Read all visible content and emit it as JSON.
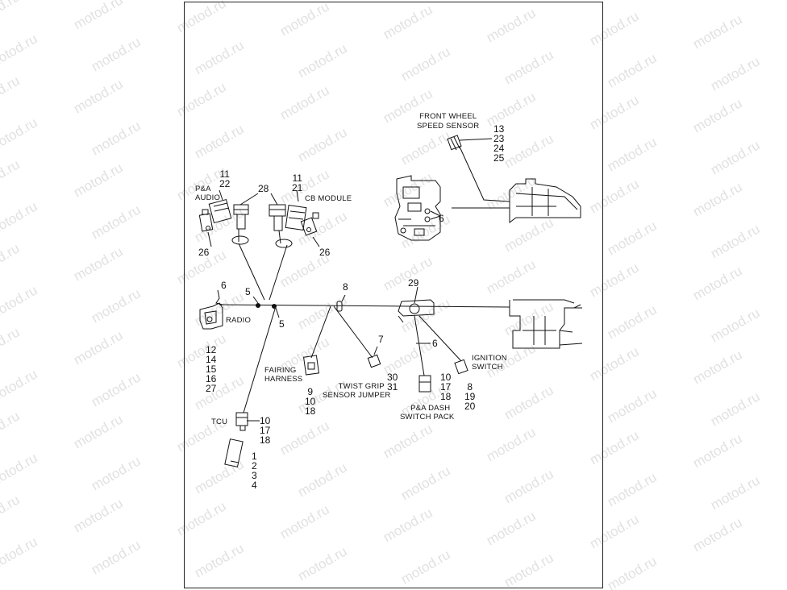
{
  "watermark": "motod.ru",
  "labels": {
    "front_wheel_speed_sensor": [
      "FRONT WHEEL",
      "SPEED SENSOR"
    ],
    "front_wheel_speed_sensor_refs": [
      "13",
      "23",
      "24",
      "25"
    ],
    "pa_audio": [
      "P&A",
      "AUDIO"
    ],
    "pa_audio_refs": [
      "11",
      "22"
    ],
    "cb_module": "CB MODULE",
    "cb_module_refs": [
      "11",
      "21"
    ],
    "ref_28": "28",
    "ref_26_left": "26",
    "ref_26_right": "26",
    "ref_6_bracket": "6",
    "ref_6_radio": "6",
    "ref_5_upper": "5",
    "ref_5_lower": "5",
    "ref_8": "8",
    "ref_29": "29",
    "radio": "RADIO",
    "radio_refs": [
      "12",
      "14",
      "15",
      "16",
      "27"
    ],
    "ref_7": "7",
    "ref_6_dash": "6",
    "ignition_switch": [
      "IGNITION",
      "SWITCH"
    ],
    "ignition_switch_refs": [
      "8",
      "19",
      "20"
    ],
    "fairing_harness": [
      "FAIRING",
      "HARNESS"
    ],
    "fairing_harness_refs": [
      "9",
      "10",
      "18"
    ],
    "twist_grip": [
      "TWIST GRIP",
      "SENSOR JUMPER"
    ],
    "twist_grip_refs": [
      "30",
      "31"
    ],
    "pa_dash": [
      "P&A DASH",
      "SWITCH PACK"
    ],
    "pa_dash_refs": [
      "10",
      "17",
      "18"
    ],
    "tcu": "TCU",
    "tcu_refs": [
      "10",
      "17",
      "18"
    ],
    "bottom_connector_refs": [
      "1",
      "2",
      "3",
      "4"
    ]
  }
}
